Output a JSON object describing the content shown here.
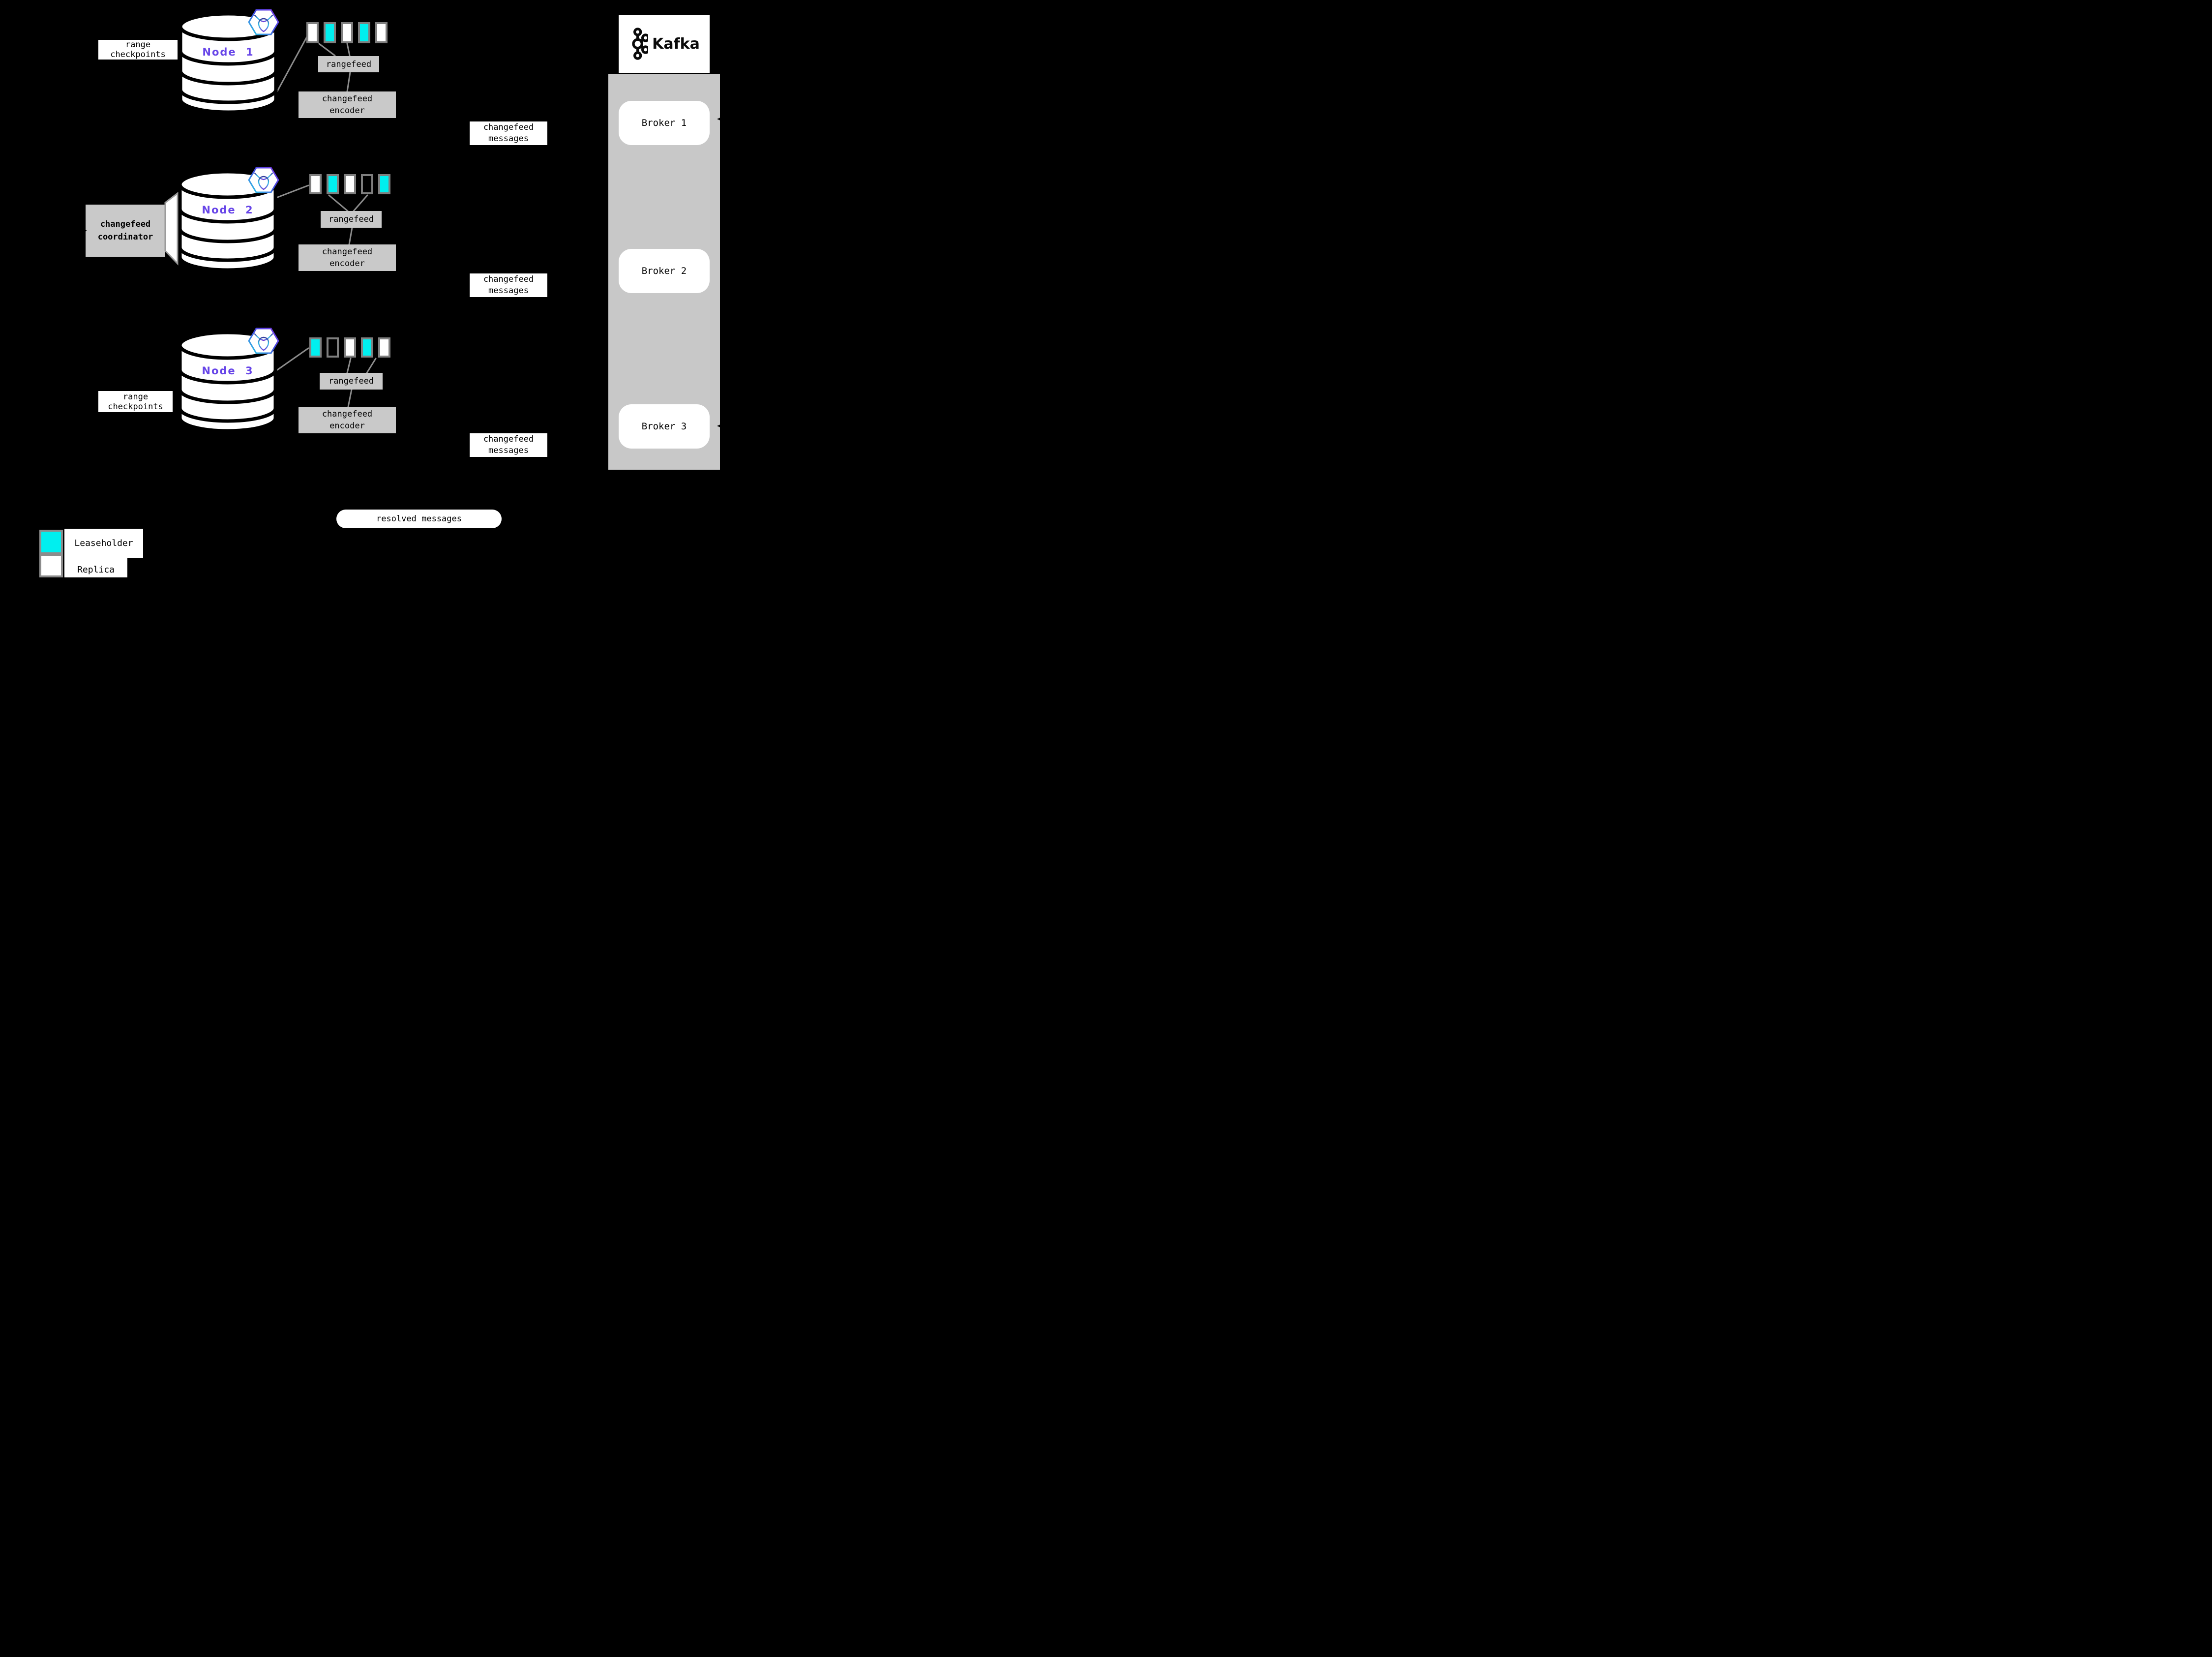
{
  "nodes": [
    {
      "label": "Node 1",
      "ranges": [
        "replica",
        "leaseholder",
        "replica",
        "leaseholder",
        "replica"
      ]
    },
    {
      "label": "Node 2",
      "ranges": [
        "replica",
        "leaseholder",
        "replica",
        "empty",
        "leaseholder"
      ]
    },
    {
      "label": "Node 3",
      "ranges": [
        "leaseholder",
        "empty",
        "replica",
        "leaseholder",
        "replica"
      ]
    }
  ],
  "labels": {
    "range_checkpoints": [
      "range",
      "checkpoints"
    ],
    "rangefeed": "rangefeed",
    "changefeed_encoder": [
      "changefeed",
      "encoder"
    ],
    "changefeed_messages": [
      "changefeed",
      "messages"
    ],
    "changefeed_coordinator": [
      "changefeed",
      "coordinator"
    ],
    "resolved_messages": "resolved messages"
  },
  "kafka": {
    "brand": "Kafka",
    "brokers": [
      "Broker 1",
      "Broker 2",
      "Broker 3"
    ]
  },
  "legend": [
    {
      "swatch": "leaseholder",
      "label": "Leaseholder"
    },
    {
      "swatch": "replica",
      "label": "Replica"
    }
  ],
  "icons": {
    "cockroachdb_badge": "cockroachdb-logo",
    "kafka_logo": "kafka-logo"
  },
  "colors": {
    "background": "#000000",
    "leaseholder": "#00EFEF",
    "replica": "#FFFFFF",
    "range_border": "#7F7F7F",
    "panel": "#C9C9C9",
    "kafka_column": "#C8C8C8",
    "node_label": "#6745E8",
    "connector": "#8C8C8C"
  }
}
